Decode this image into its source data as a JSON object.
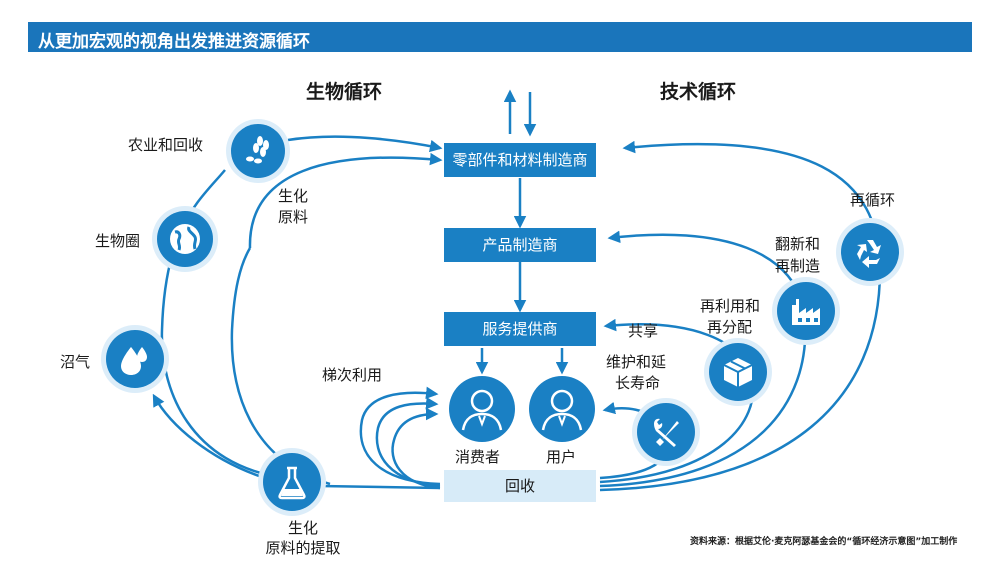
{
  "title": "从更加宏观的视角出发推进资源循环",
  "headings": {
    "bio": "生物循环",
    "tech": "技术循环"
  },
  "boxes": {
    "parts": "零部件和材料制造商",
    "product": "产品制造商",
    "service": "服务提供商",
    "recycle": "回收"
  },
  "people": {
    "consumer": "消费者",
    "user": "用户"
  },
  "left_labels": {
    "agriculture": "农业和回收",
    "biosphere": "生物圈",
    "biogas": "沼气",
    "biochem_line1": "生化",
    "biochem_line2": "原料",
    "extract_line1": "生化",
    "extract_line2": "原料的提取",
    "cascade": "梯次利用"
  },
  "right_labels": {
    "recycle_loop": "再循环",
    "refurb_line1": "翻新和",
    "refurb_line2": "再制造",
    "reuse_line1": "再利用和",
    "reuse_line2": "再分配",
    "share": "共享",
    "maintain_line1": "维护和延",
    "maintain_line2": "长寿命"
  },
  "icons": [
    "grain-icon",
    "globe-icon",
    "water-drops-icon",
    "flask-icon",
    "recycle-icon",
    "factory-icon",
    "package-icon",
    "wrench-screwdriver-icon",
    "consumer-person-icon",
    "user-person-icon"
  ],
  "colors": {
    "primary": "#1a80c4",
    "title_bar": "#1a75bb",
    "light": "#dcedf9",
    "recycle_box": "#d7ebf8"
  },
  "source": "资料来源：根据艾伦·麦克阿瑟基金会的“循环经济示意图”加工制作"
}
